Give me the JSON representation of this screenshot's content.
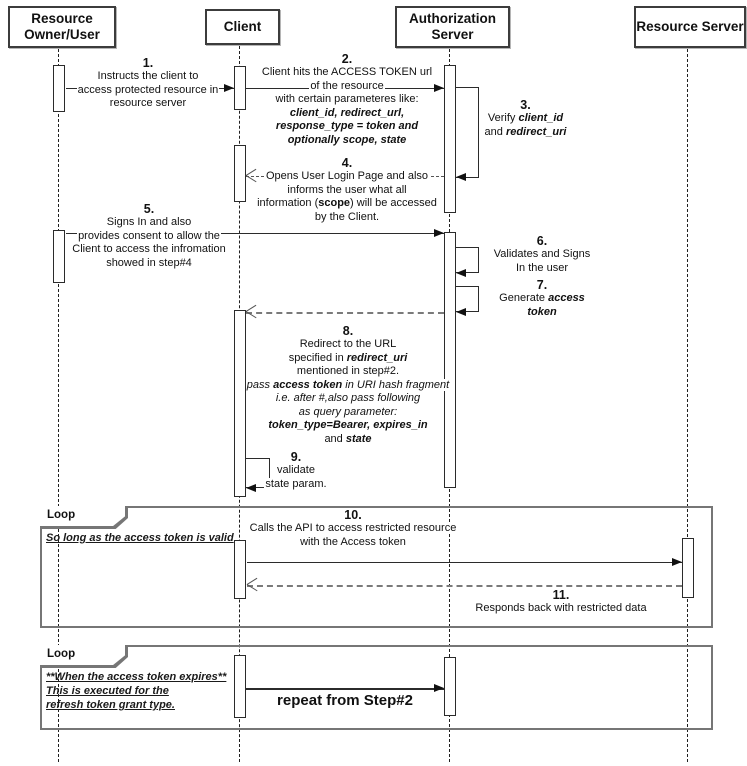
{
  "actors": {
    "resource_owner": "Resource Owner/User",
    "client": "Client",
    "auth_server": "Authorization Server",
    "resource_server": "Resource Server"
  },
  "steps": {
    "s1": {
      "num": "1.",
      "l1": "Instructs the client to",
      "l2": "access protected resource in",
      "l3": "resource server"
    },
    "s2": {
      "num": "2.",
      "l1": "Client hits the ACCESS TOKEN url",
      "l2": "of the resource",
      "l3": "with certain parameteres like:",
      "l4": "client_id, redirect_url,",
      "l5": "response_type = token and",
      "l6": "optionally scope, state"
    },
    "s3": {
      "num": "3.",
      "l1a": "Verify ",
      "l1b": "client_id",
      "l2a": "and ",
      "l2b": "redirect_uri"
    },
    "s4": {
      "num": "4.",
      "l1": "Opens User Login Page and also",
      "l2": "informs the user what all",
      "l3a": "information (",
      "l3b": "scope",
      "l3c": ") will be accessed",
      "l4": "by the Client."
    },
    "s5": {
      "num": "5.",
      "l1": "Signs In and also",
      "l2": "provides consent to allow the",
      "l3": "Client to access the infromation",
      "l4": "showed in step#4"
    },
    "s6": {
      "num": "6.",
      "l1": "Validates and Signs",
      "l2": "In the user"
    },
    "s7": {
      "num": "7.",
      "l1a": "Generate ",
      "l1b": "access",
      "l2": "token"
    },
    "s8": {
      "num": "8.",
      "l1": "Redirect to the URL",
      "l2a": "specified in ",
      "l2b": "redirect_uri",
      "l3": "mentioned in step#2.",
      "l4a": "pass ",
      "l4b": "access token",
      "l4c": " in URI hash fragment",
      "l5": "i.e. after #,also pass following",
      "l6": "as query parameter:",
      "l7": "token_type=Bearer, expires_in",
      "l8a": "and ",
      "l8b": "state"
    },
    "s9": {
      "num": "9.",
      "l1": "validate",
      "l2": "state param."
    },
    "s10": {
      "num": "10.",
      "l1": "Calls the API to access restricted resource",
      "l2": "with the Access token"
    },
    "s11": {
      "num": "11.",
      "l1": "Responds back with restricted data"
    },
    "repeat": {
      "label": "repeat from Step#2"
    }
  },
  "loops": {
    "loop1": {
      "title": "Loop",
      "guard": "So long as the access token is valid"
    },
    "loop2": {
      "title": "Loop",
      "g1": "**When the access token expires**",
      "g2": "This is  executed for the",
      "g3": "refresh token grant type."
    }
  },
  "colors": {
    "frame_border": "#767676",
    "message_line": "#2b2b2b",
    "return_dash": "#7a7a7a"
  }
}
